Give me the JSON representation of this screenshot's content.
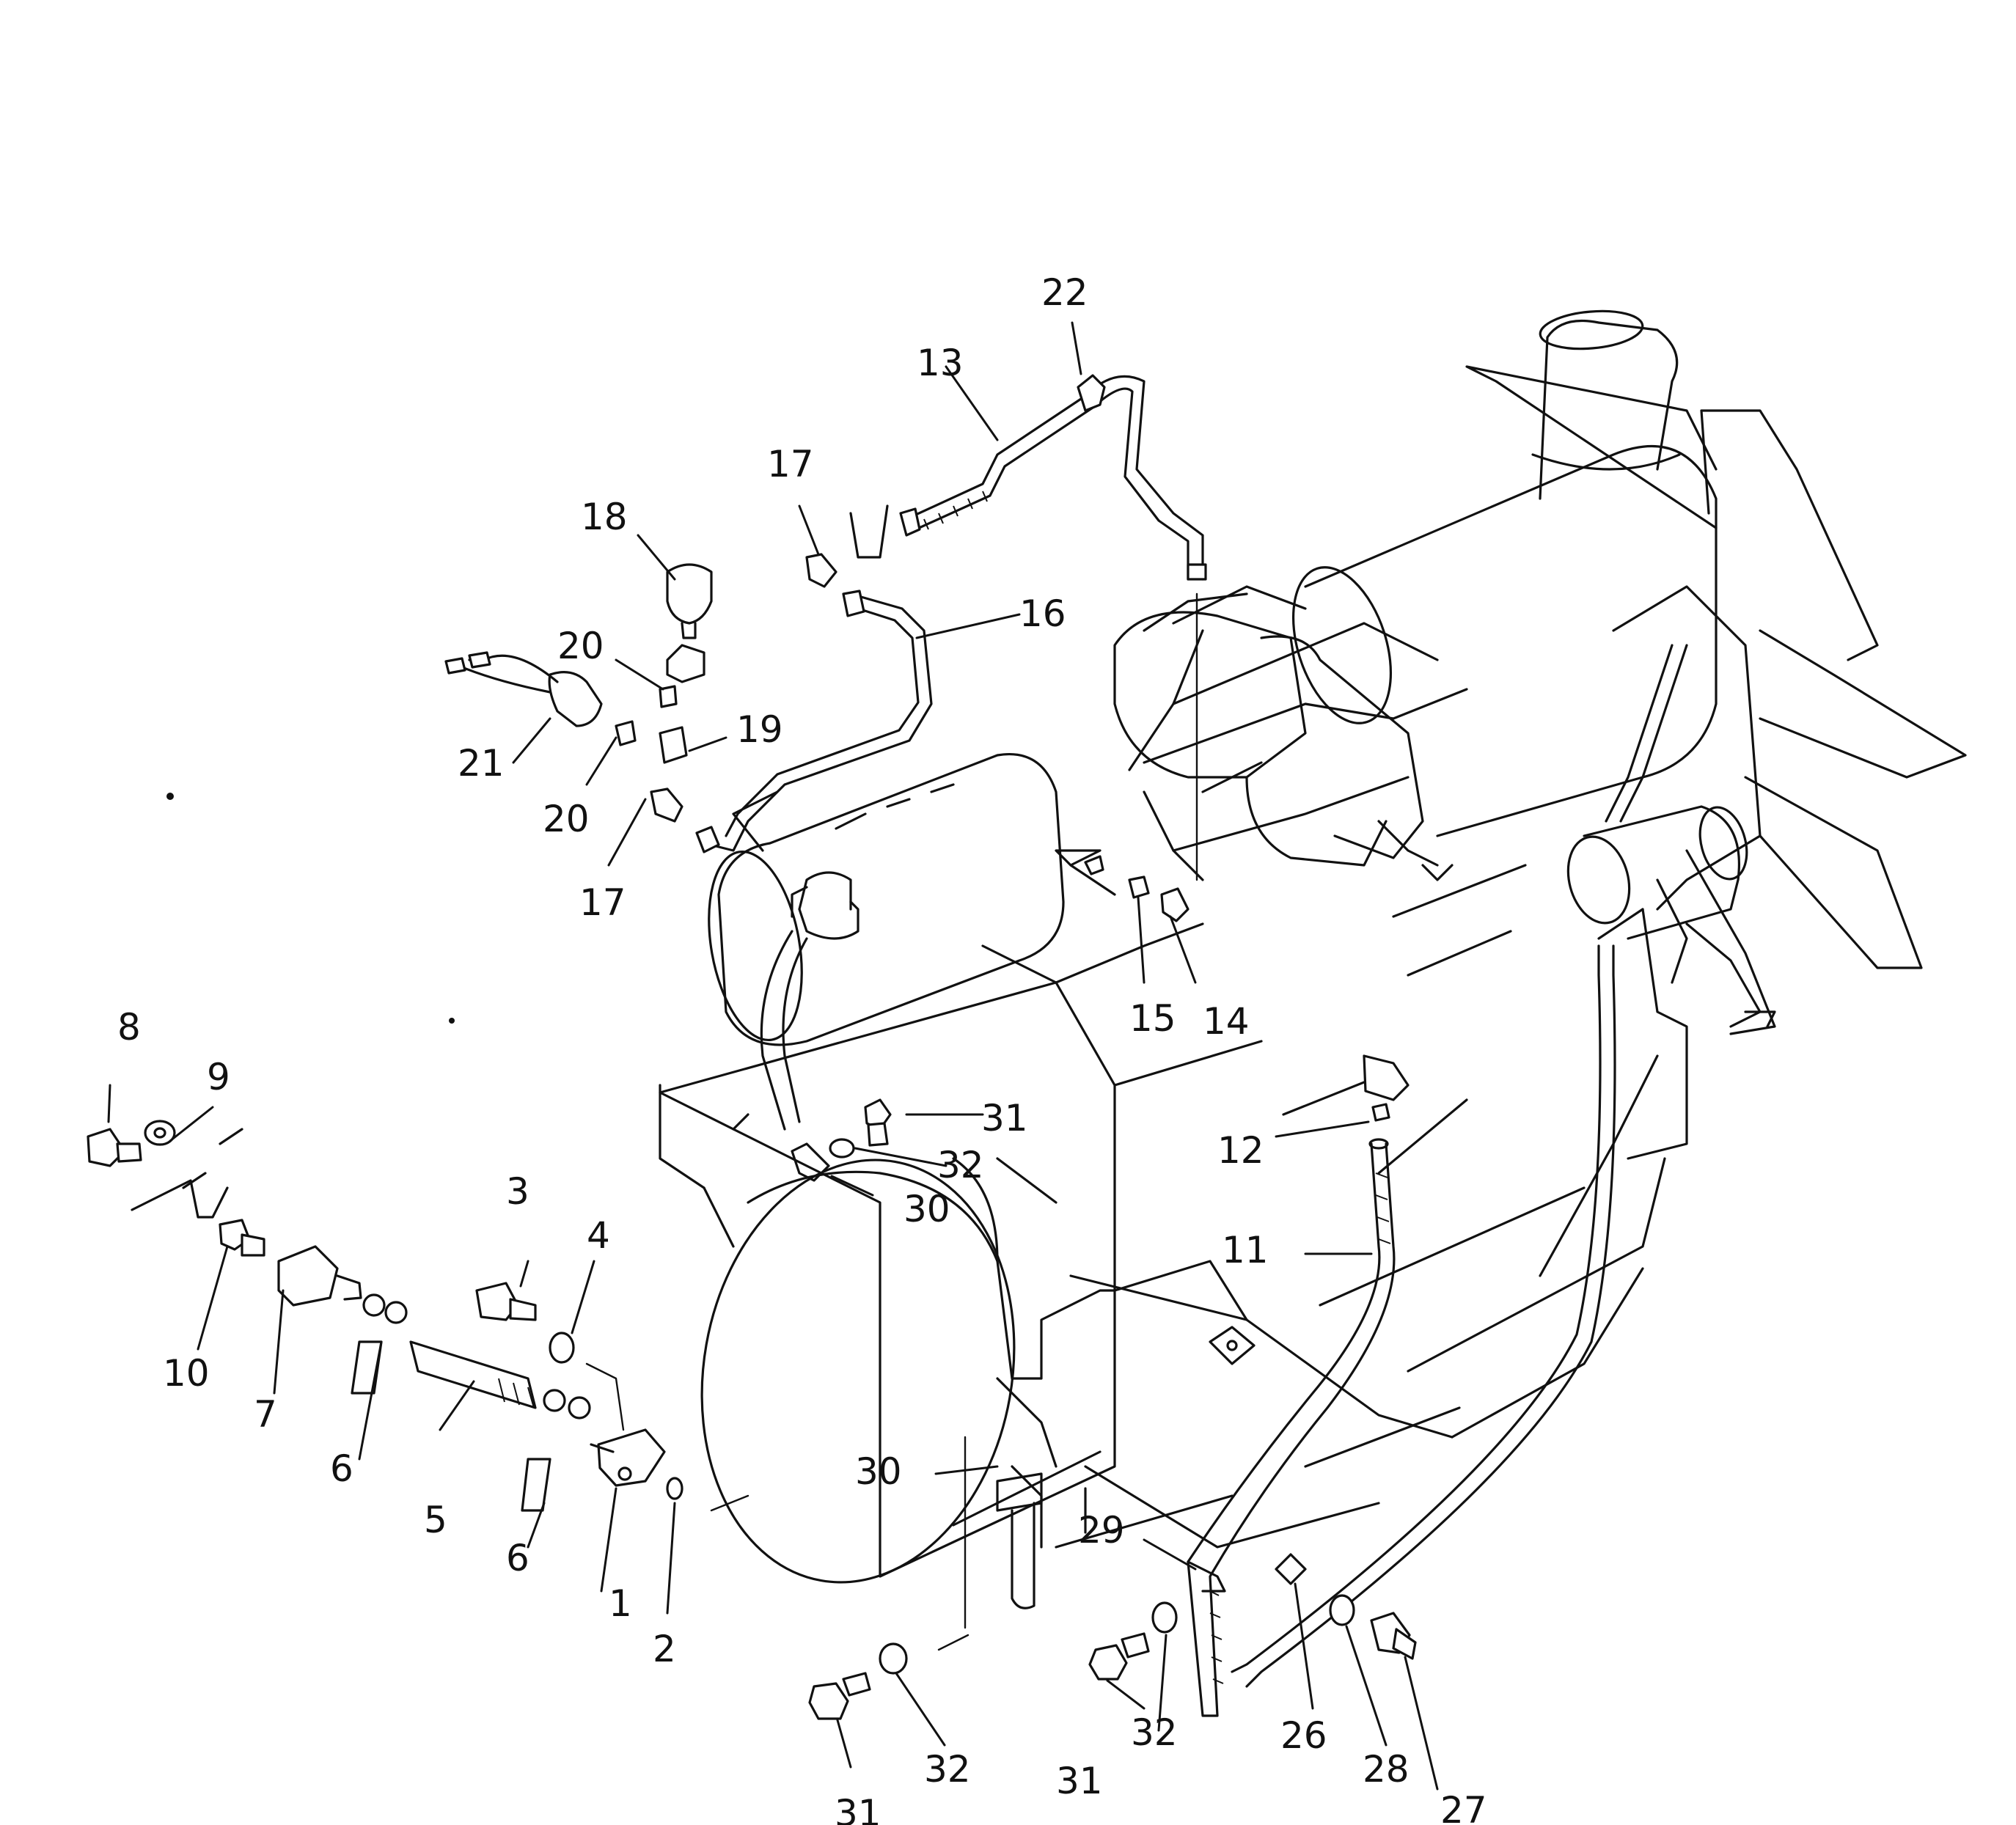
{
  "callouts": [
    {
      "id": "c1",
      "text": "1"
    },
    {
      "id": "c2",
      "text": "2"
    },
    {
      "id": "c3",
      "text": "3"
    },
    {
      "id": "c4",
      "text": "4"
    },
    {
      "id": "c5",
      "text": "5"
    },
    {
      "id": "c6a",
      "text": "6"
    },
    {
      "id": "c6b",
      "text": "6"
    },
    {
      "id": "c7",
      "text": "7"
    },
    {
      "id": "c8",
      "text": "8"
    },
    {
      "id": "c9",
      "text": "9"
    },
    {
      "id": "c10",
      "text": "10"
    },
    {
      "id": "c11",
      "text": "11"
    },
    {
      "id": "c12",
      "text": "12"
    },
    {
      "id": "c13",
      "text": "13"
    },
    {
      "id": "c14",
      "text": "14"
    },
    {
      "id": "c15",
      "text": "15"
    },
    {
      "id": "c16",
      "text": "16"
    },
    {
      "id": "c17a",
      "text": "17"
    },
    {
      "id": "c17b",
      "text": "17"
    },
    {
      "id": "c18",
      "text": "18"
    },
    {
      "id": "c19",
      "text": "19"
    },
    {
      "id": "c20a",
      "text": "20"
    },
    {
      "id": "c20b",
      "text": "20"
    },
    {
      "id": "c21",
      "text": "21"
    },
    {
      "id": "c22",
      "text": "22"
    },
    {
      "id": "c26",
      "text": "26"
    },
    {
      "id": "c27",
      "text": "27"
    },
    {
      "id": "c28",
      "text": "28"
    },
    {
      "id": "c29",
      "text": "29"
    },
    {
      "id": "c30a",
      "text": "30"
    },
    {
      "id": "c30b",
      "text": "30"
    },
    {
      "id": "c31a",
      "text": "31"
    },
    {
      "id": "c31b",
      "text": "31"
    },
    {
      "id": "c31c",
      "text": "31"
    },
    {
      "id": "c32a",
      "text": "32"
    },
    {
      "id": "c32b",
      "text": "32"
    },
    {
      "id": "c32c",
      "text": "32"
    }
  ]
}
